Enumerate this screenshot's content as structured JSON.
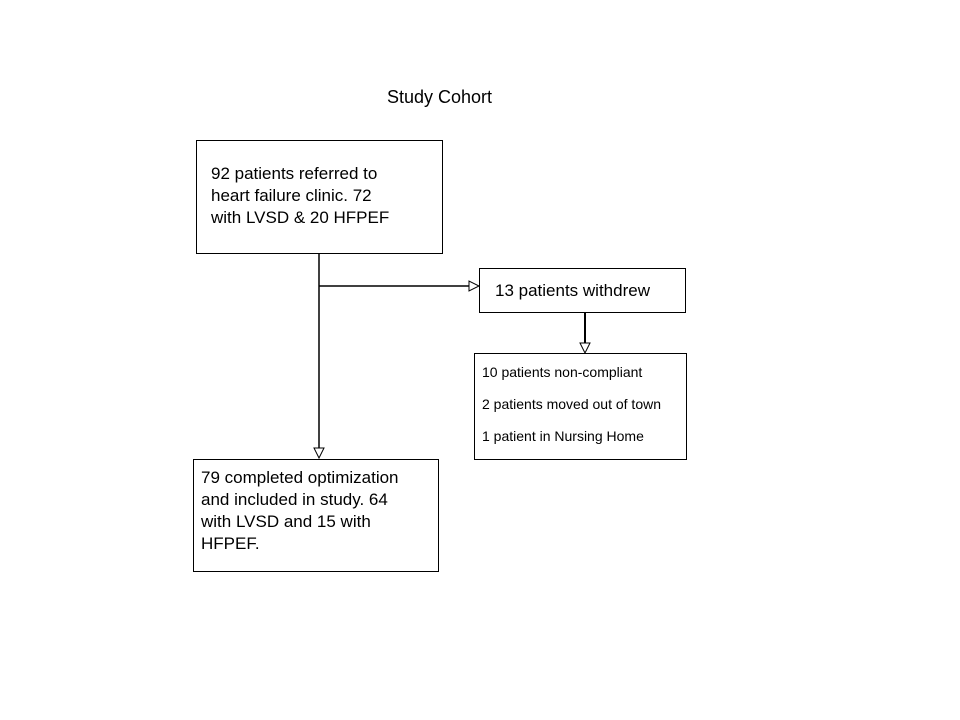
{
  "diagram": {
    "title": "Study Cohort",
    "referred_box": {
      "text": "92 patients referred to\nheart failure clinic. 72\nwith LVSD & 20 HFPEF"
    },
    "withdrew_box": {
      "text": "13 patients withdrew"
    },
    "reasons_box": {
      "items": [
        "10 patients non-compliant",
        "2 patients moved out of town",
        "1 patient in Nursing Home"
      ]
    },
    "completed_box": {
      "text": "79 completed optimization\nand included in study. 64\nwith LVSD and 15 with\nHFPEF."
    }
  }
}
